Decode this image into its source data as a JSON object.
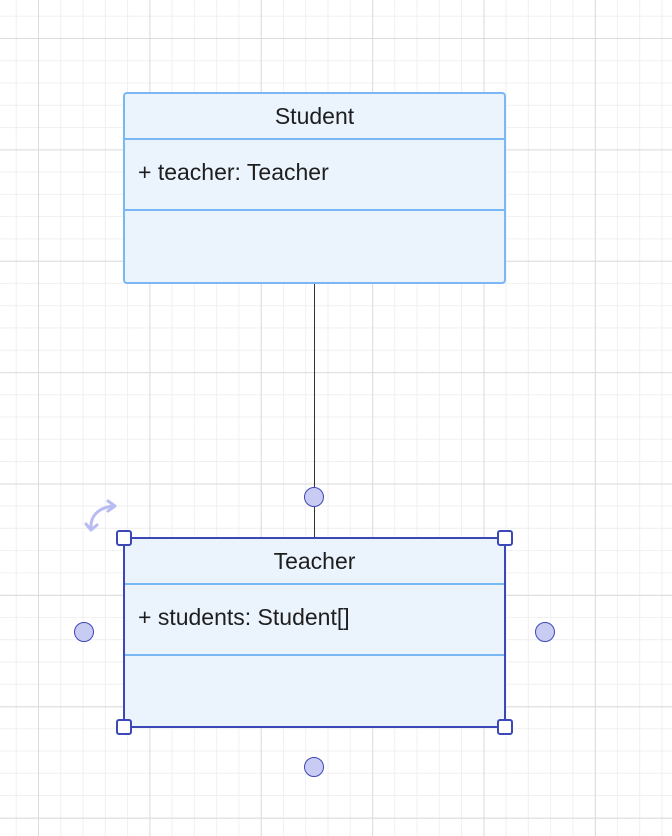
{
  "diagram": {
    "classes": [
      {
        "id": "student",
        "name": "Student",
        "attributes": [
          "+ teacher: Teacher"
        ],
        "methods": [],
        "selected": false
      },
      {
        "id": "teacher",
        "name": "Teacher",
        "attributes": [
          "+ students: Student[]"
        ],
        "methods": [],
        "selected": true
      }
    ],
    "connections": [
      {
        "from": "student",
        "to": "teacher",
        "type": "association"
      }
    ],
    "colors": {
      "class_fill": "#ebf3fd",
      "class_border": "#7ab8f5",
      "selection": "#3d48b8",
      "connection_dot": "#c9ccf2",
      "connector_line": "#333333"
    },
    "icons": {
      "rotate_handle": "rotate-arrow-icon"
    }
  }
}
